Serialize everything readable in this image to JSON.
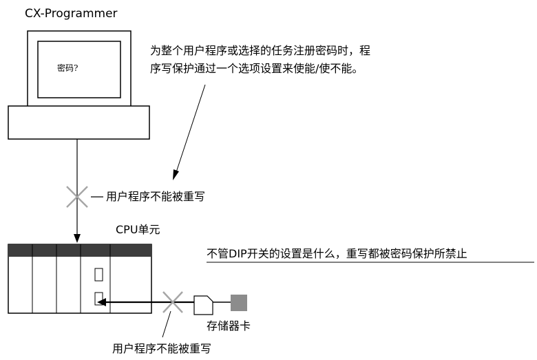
{
  "software_label": "CX-Programmer",
  "screen_prompt": "密码?",
  "password_note_line1": "为整个用户程序或选择的任务注册密码时，程",
  "password_note_line2": "序写保护通过一个选项设置来使能/使不能。",
  "block_label_top": "用户程序不能被重写",
  "cpu_unit_label": "CPU单元",
  "dip_note": "不管DIP开关的设置是什么，重写都被密码保护所禁止",
  "memory_card_label": "存储器卡",
  "block_label_bottom": "用户程序不能被重写",
  "colors": {
    "line": "#000000",
    "cross": "#a6a6a6",
    "cpu_top_strip": "#3d3d3d",
    "memory_card_fill": "#8c8c8c",
    "background": "#ffffff"
  }
}
